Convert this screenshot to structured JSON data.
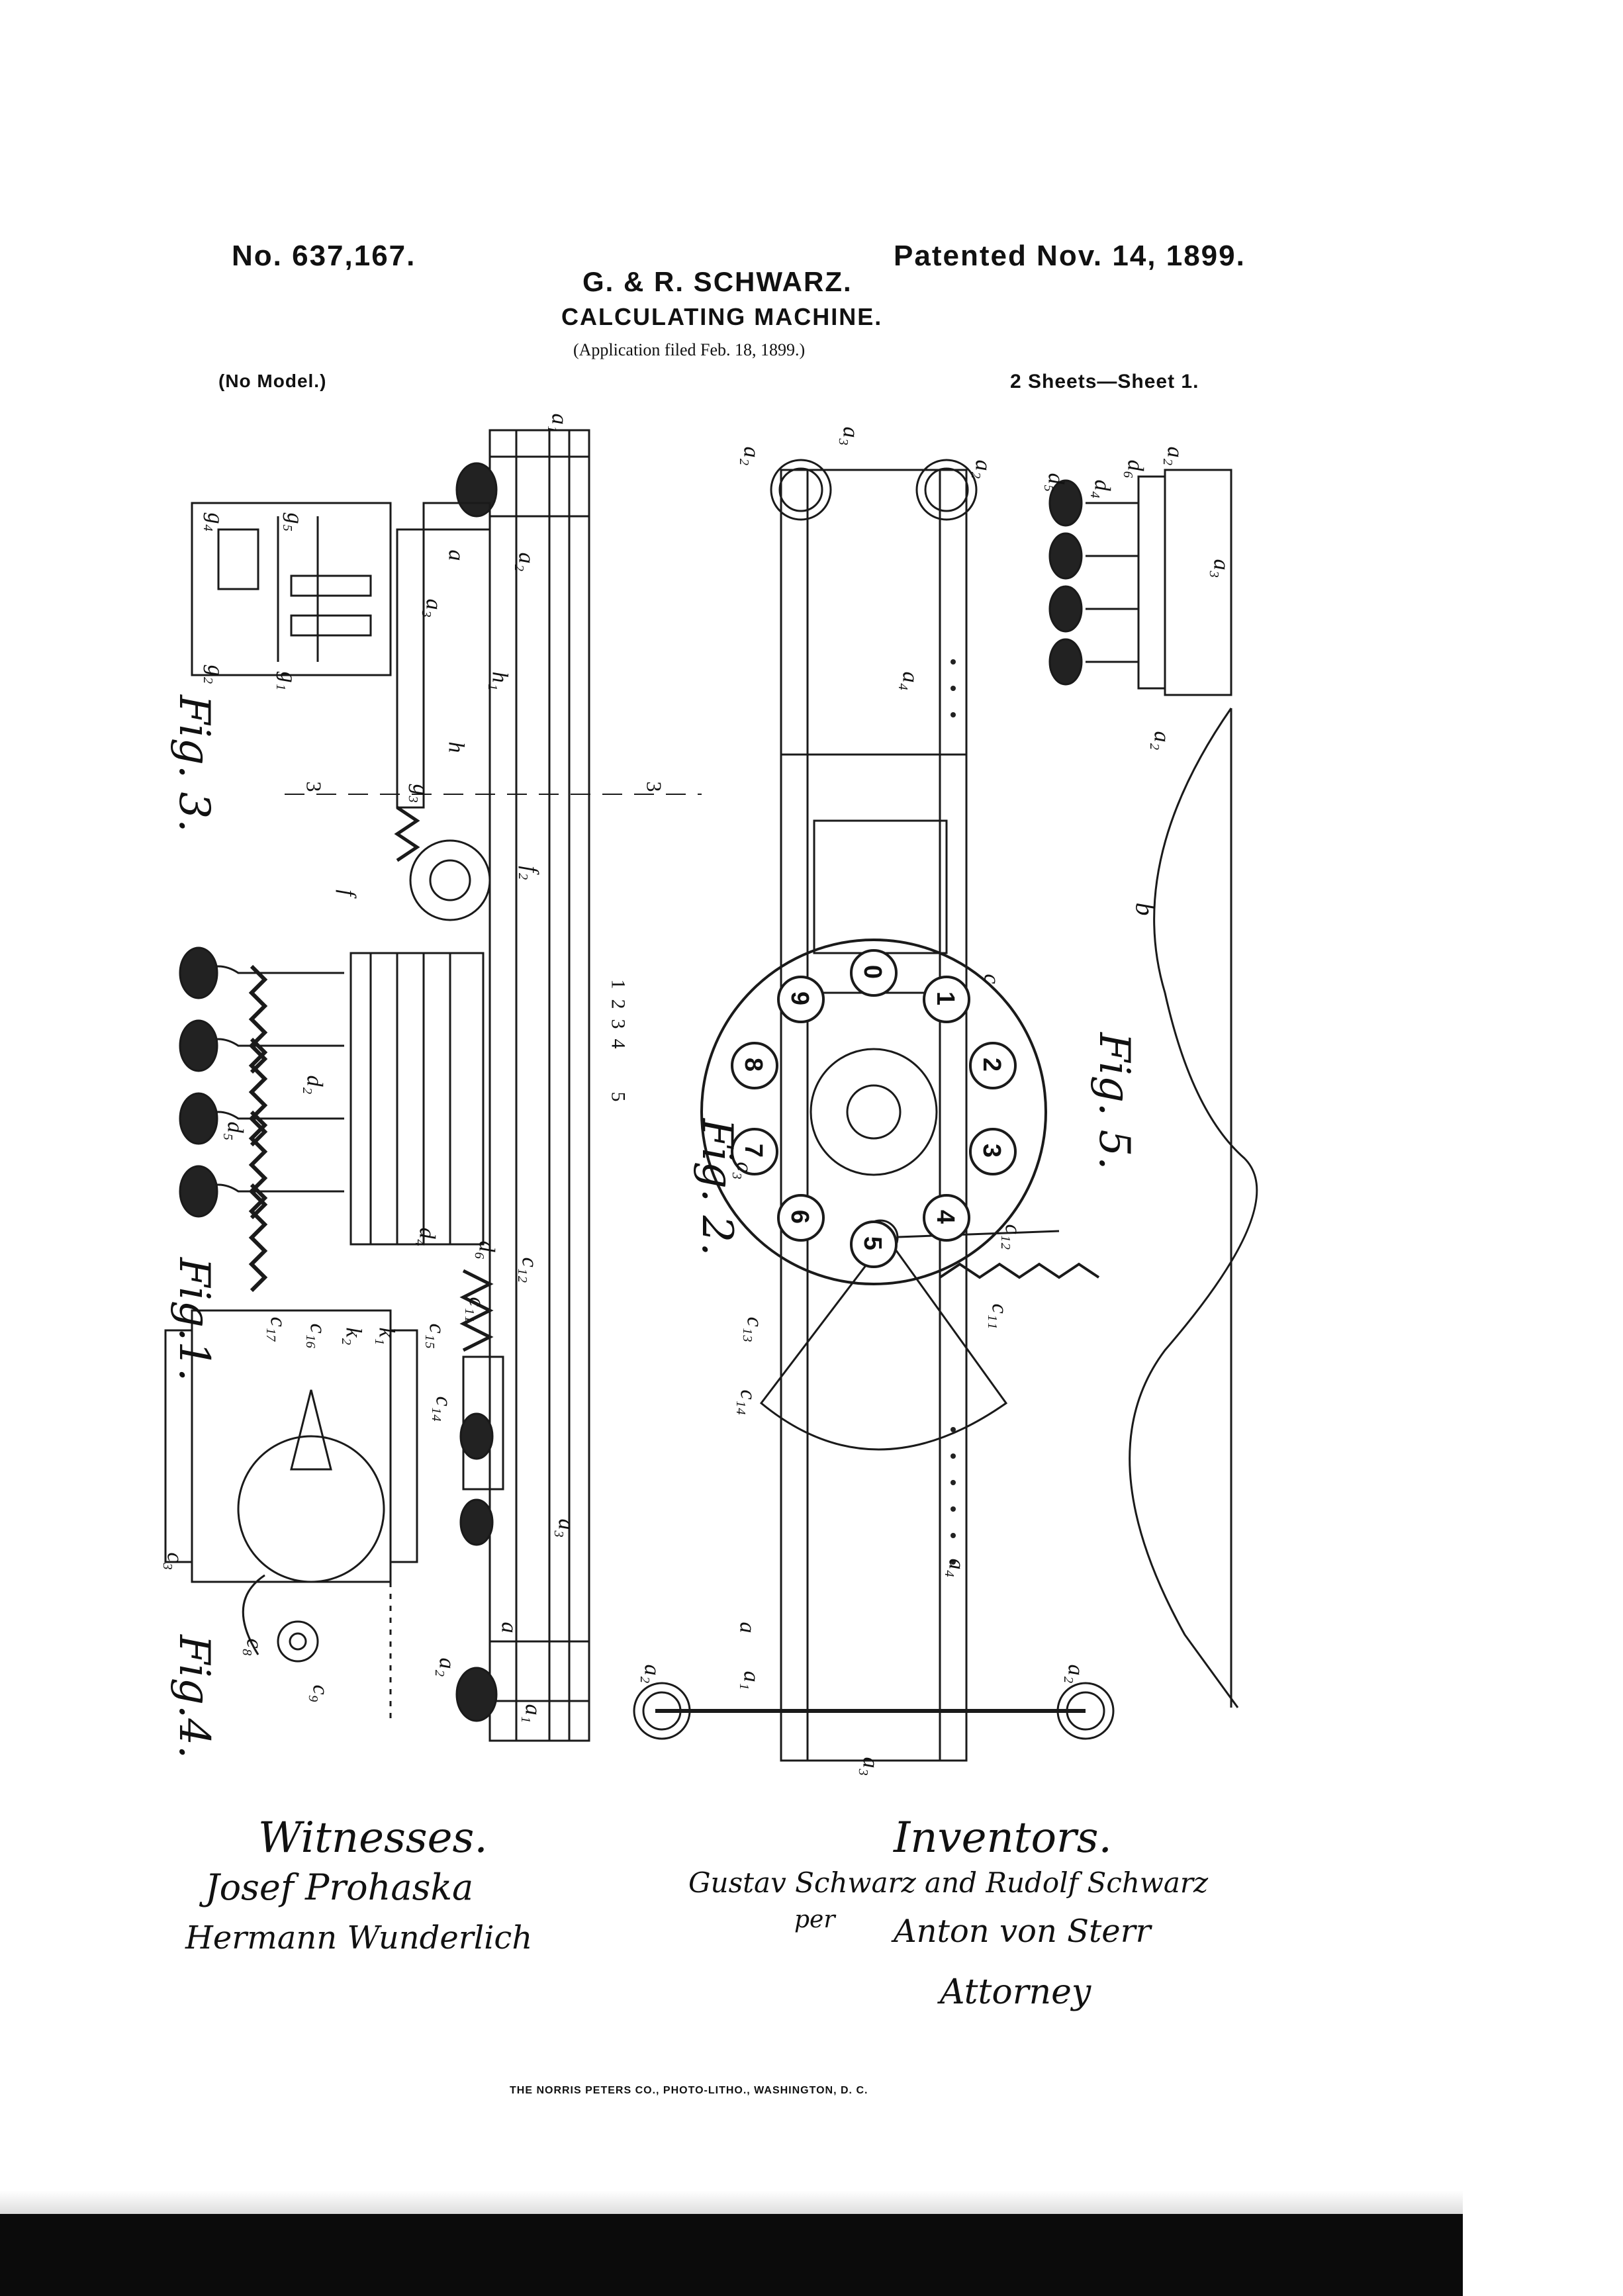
{
  "header": {
    "patent_no": "No. 637,167.",
    "patented": "Patented Nov. 14, 1899.",
    "inventors_title": "G. & R. SCHWARZ.",
    "invention_title": "CALCULATING MACHINE.",
    "application": "(Application filed Feb. 18, 1899.)",
    "model": "(No Model.)",
    "sheets": "2 Sheets—Sheet 1."
  },
  "figures": {
    "fig1": "Fig.1.",
    "fig2": "Fig. 2.",
    "fig3": "Fig. 3.",
    "fig4": "Fig.4.",
    "fig5": "Fig. 5."
  },
  "dial_numbers": [
    "0",
    "1",
    "2",
    "3",
    "4",
    "5",
    "6",
    "7",
    "8",
    "9"
  ],
  "key_number_labels": [
    "1",
    "2",
    "3",
    "4",
    "5"
  ],
  "reference_letters": {
    "a": "a",
    "a1": "a₁",
    "a2": "a₂",
    "a3": "a₃",
    "a4": "a₄",
    "b": "b",
    "c": "c",
    "c3": "c₃",
    "c11": "c₁₁",
    "c12": "c₁₂",
    "c13": "c₁₃",
    "c14": "c₁₄",
    "c15": "c₁₅",
    "d5": "d₅",
    "d2": "d₂",
    "d4": "d₄",
    "d6": "d₆",
    "f": "f",
    "f2": "f₂",
    "g1": "g₁",
    "g2": "g₂",
    "g3": "g₃",
    "g4": "g₄",
    "g5": "g₅",
    "h": "h",
    "h1": "h₁",
    "k1": "k₁",
    "k2": "k₂",
    "c8": "c₈",
    "c9": "c₉",
    "c16": "c₁₆",
    "c17": "c₁₇"
  },
  "section_marks": "3",
  "witnesses": {
    "heading": "Witnesses.",
    "signature_1": "Josef Prohaska",
    "signature_2": "Hermann Wunderlich"
  },
  "inventors": {
    "heading": "Inventors.",
    "names": "Gustav Schwarz and Rudolf Schwarz",
    "per": "per",
    "attorney_name": "Anton von Sterr",
    "attorney_title": "Attorney"
  },
  "footer": "THE NORRIS PETERS CO., PHOTO-LITHO., WASHINGTON, D. C."
}
